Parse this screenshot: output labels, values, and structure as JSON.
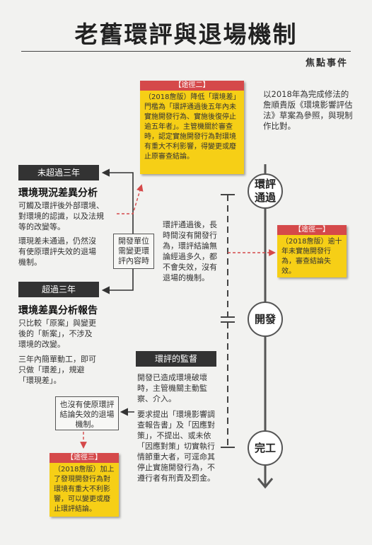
{
  "title": "老舊環評與退場機制",
  "subtitle": "焦點事件",
  "intro": "以2018年為完成修法的詹順貴版《環境影響評估法》草案為參照，與現制作比對。",
  "stages": {
    "pass": "環評\n通過",
    "develop": "開發",
    "complete": "完工"
  },
  "route_two": {
    "tag": "【途徑二】",
    "text": "（2018詹版）降低「環境差」門檻為「環評通過後五年內未實施開發行為、實施後復停止逾五年者」。主管機關於審查時，認定實施開發行為對環境有重大不利影響，得變更或廢止原審查結論。"
  },
  "route_one": {
    "tag": "【途徑一】",
    "text": "（2018詹版）逾十年未實施開發行為，審查結論失效。"
  },
  "route_three": {
    "tag": "【途徑三】",
    "text": "（2018詹版）加上了發現開發行為對環境有重大不利影響，可以變更或廢止環評結論。"
  },
  "under_three": {
    "bar": "未超過三年",
    "heading": "環境現況差異分析",
    "p1": "可觸及環評後外部環境、對環境的認識，以及法規等的改變等。",
    "p2": "環現差未通過，仍然沒有使原環評失效的退場機制。"
  },
  "over_three": {
    "bar": "超過三年",
    "heading": "環境差異分析報告",
    "p1": "只比較「原案」與變更後的「新案」，不涉及環境的改變。",
    "p2": "三年內簡單動工，即可只做「環差」，規避「環現差」。"
  },
  "agency_box": "開發單位需變更環評內容時",
  "pass_note": "環評通過後，長時間沒有開發行為，環評結論無論經過多久，都不會失效，沒有退場的機制。",
  "monitor": {
    "bar": "環評的監督",
    "p1": "開發已造成環境破壞時，主管機關主動監察、介入。",
    "p2": "要求提出「環境影響調查報告書」及「因應對策」，不提出、或未依「因應對策」切實執行情節重大者，可逕命其停止實施開發行為，不遵行者有刑責及罰金。"
  },
  "no_exit_box": "也沒有使原環評結論失效的退場機制。"
}
